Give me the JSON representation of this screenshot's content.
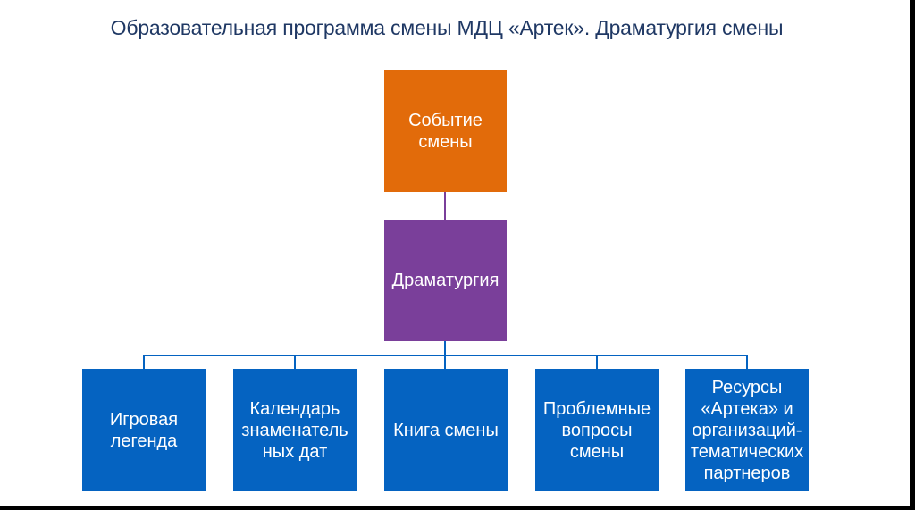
{
  "title": "Образовательная программа смены МДЦ «Артек». Драматургия смены",
  "colors": {
    "title": "#1f3864",
    "top_box": "#e26b0a",
    "middle_box": "#7a3f9a",
    "leaf_box": "#0563c1",
    "connector_top": "#7a3f9a",
    "connector_bottom": "#0563c1"
  },
  "diagram": {
    "root": {
      "label": "Событие смены"
    },
    "middle": {
      "label": "Драматургия"
    },
    "children": [
      {
        "label": "Игровая легенда"
      },
      {
        "label": "Календарь знаменатель ных дат"
      },
      {
        "label": "Книга смены"
      },
      {
        "label": "Проблемные вопросы смены"
      },
      {
        "label": "Ресурсы «Артека» и организаций- тематических партнеров"
      }
    ]
  }
}
